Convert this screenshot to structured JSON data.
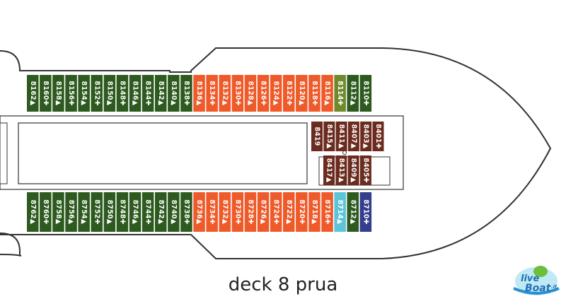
{
  "caption": "deck 8 prua",
  "logo": {
    "word1": "live",
    "word2": "Boat",
    "suffix": ".it"
  },
  "colors": {
    "green": "#2d5a1f",
    "orange": "#ee5a2a",
    "olive": "#6e8a2c",
    "brown": "#6b2b1e",
    "light_blue": "#5bc4d8",
    "navy": "#343e8c",
    "hull": "#333333"
  },
  "cabins": {
    "top_row": [
      {
        "label": "8162▲",
        "color": "green"
      },
      {
        "label": "8160✚",
        "color": "green"
      },
      {
        "label": "8158▲",
        "color": "green"
      },
      {
        "label": "8156✚",
        "color": "green"
      },
      {
        "label": "8154▲",
        "color": "green"
      },
      {
        "label": "8152✚",
        "color": "green"
      },
      {
        "label": "8150▲",
        "color": "green"
      },
      {
        "label": "8148✚",
        "color": "green"
      },
      {
        "label": "8146▲",
        "color": "green"
      },
      {
        "label": "8144✚",
        "color": "green"
      },
      {
        "label": "8142▲",
        "color": "green"
      },
      {
        "label": "8140▲",
        "color": "green"
      },
      {
        "label": "8138✚",
        "color": "green"
      },
      {
        "label": "8136▲",
        "color": "orange"
      },
      {
        "label": "8134✚",
        "color": "orange"
      },
      {
        "label": "8132▲",
        "color": "orange"
      },
      {
        "label": "8130✚",
        "color": "orange"
      },
      {
        "label": "8128▲",
        "color": "orange"
      },
      {
        "label": "8126✚",
        "color": "orange"
      },
      {
        "label": "8124▲",
        "color": "orange"
      },
      {
        "label": "8122✚",
        "color": "orange"
      },
      {
        "label": "8120▲",
        "color": "orange"
      },
      {
        "label": "8118✚",
        "color": "orange"
      },
      {
        "label": "8116▲",
        "color": "orange"
      },
      {
        "label": "8114✚",
        "color": "olive"
      },
      {
        "label": "8112▲",
        "color": "green"
      },
      {
        "label": "8110✚",
        "color": "green"
      }
    ],
    "bottom_row": [
      {
        "label": "8762▲",
        "color": "green"
      },
      {
        "label": "8760✚",
        "color": "green"
      },
      {
        "label": "8758▲",
        "color": "green"
      },
      {
        "label": "8756▲",
        "color": "green"
      },
      {
        "label": "8754▲",
        "color": "green"
      },
      {
        "label": "8752✚",
        "color": "green"
      },
      {
        "label": "8750▲",
        "color": "green"
      },
      {
        "label": "8748✚",
        "color": "green"
      },
      {
        "label": "8746▲",
        "color": "green"
      },
      {
        "label": "8744✚",
        "color": "green"
      },
      {
        "label": "8742▲",
        "color": "green"
      },
      {
        "label": "8740▲",
        "color": "green"
      },
      {
        "label": "8738✚",
        "color": "green"
      },
      {
        "label": "8736▲",
        "color": "orange"
      },
      {
        "label": "8734✚",
        "color": "orange"
      },
      {
        "label": "8732▲",
        "color": "orange"
      },
      {
        "label": "8730✚",
        "color": "orange"
      },
      {
        "label": "8728✚",
        "color": "orange"
      },
      {
        "label": "8726▲",
        "color": "orange"
      },
      {
        "label": "8724✚",
        "color": "orange"
      },
      {
        "label": "8722▲",
        "color": "orange"
      },
      {
        "label": "8720✚",
        "color": "orange"
      },
      {
        "label": "8718▲",
        "color": "orange"
      },
      {
        "label": "8716✚",
        "color": "orange"
      },
      {
        "label": "8714▲",
        "color": "light_blue"
      },
      {
        "label": "8712▲",
        "color": "green"
      },
      {
        "label": "8710✚",
        "color": "navy"
      }
    ],
    "inner_upper": [
      {
        "label": "8419",
        "color": "brown"
      },
      {
        "label": "8415▲",
        "color": "brown"
      },
      {
        "label": "8411▲",
        "color": "brown"
      },
      {
        "label": "8407▲",
        "color": "brown"
      },
      {
        "label": "8403▲",
        "color": "brown"
      },
      {
        "label": "8401✚",
        "color": "brown"
      }
    ],
    "inner_lower": [
      {
        "label": "8417▲",
        "color": "brown"
      },
      {
        "label": "8413▲",
        "color": "brown"
      },
      {
        "label": "8409▲",
        "color": "brown"
      },
      {
        "label": "8405✚",
        "color": "brown"
      }
    ]
  }
}
